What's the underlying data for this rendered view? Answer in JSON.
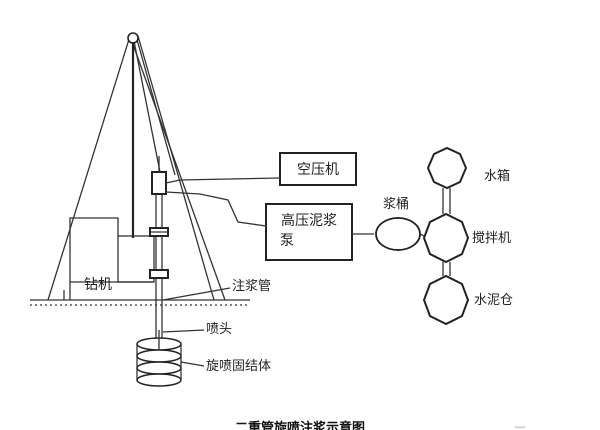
{
  "labels": {
    "air_compressor": "空压机",
    "hp_pump_line1": "高压泥浆",
    "hp_pump_line2": "泵",
    "slurry_bucket": "浆桶",
    "water_tank": "水箱",
    "mixer": "搅拌机",
    "cement_silo": "水泥仓",
    "drill_rig": "钻机",
    "grout_pipe": "注浆管",
    "nozzle": "喷头",
    "jet_grout_body": "旋喷固结体"
  },
  "caption": "二重管旋喷注浆示意图",
  "watermark": "—"
}
